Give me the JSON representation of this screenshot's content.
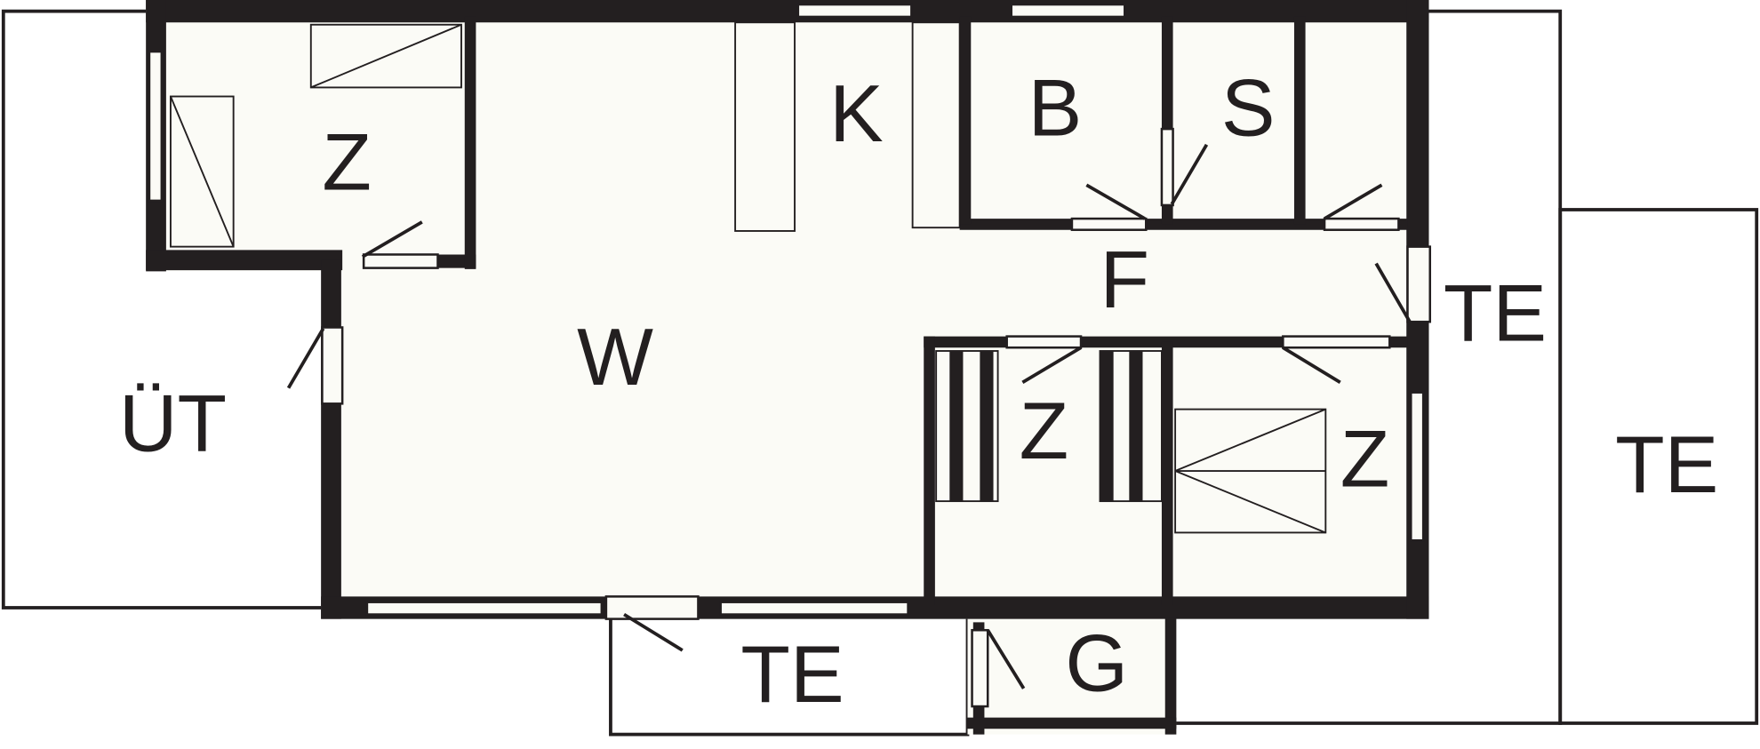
{
  "floor_plan": {
    "rooms": {
      "kitchen": "K",
      "bath": "B",
      "storage": "S",
      "bedroom_top_left": "Z",
      "hall": "F",
      "living": "W",
      "bedroom_mid": "Z",
      "bedroom_right": "Z",
      "terrace_right_inner": "TE",
      "terrace_right_outer": "TE",
      "terrace_bottom": "TE",
      "garage": "G",
      "outdoor_left": "ÜT"
    },
    "colors": {
      "wall": "#231f20",
      "floor": "#fbfbf6"
    }
  }
}
